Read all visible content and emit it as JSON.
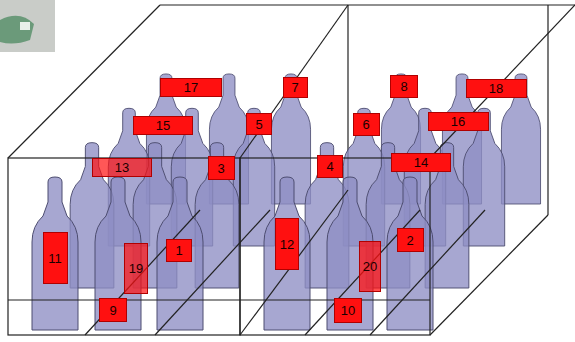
{
  "diagram": {
    "labels": [
      "17",
      "7",
      "8",
      "18",
      "15",
      "5",
      "6",
      "16",
      "13",
      "3",
      "4",
      "14",
      "11",
      "19",
      "1",
      "12",
      "20",
      "2",
      "9",
      "10"
    ]
  }
}
